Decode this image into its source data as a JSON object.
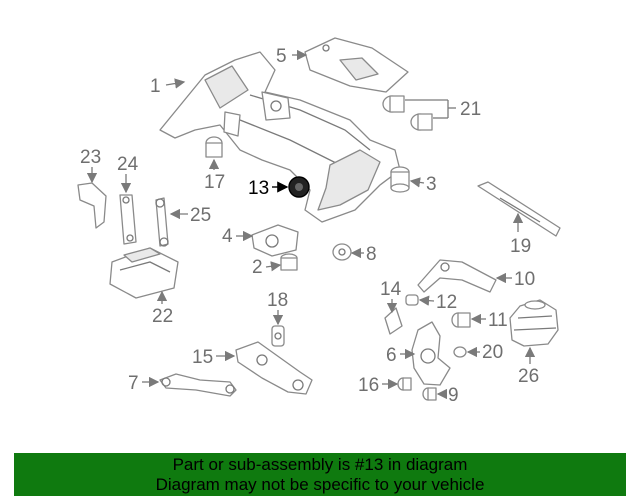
{
  "labels": {
    "p1": "1",
    "p2": "2",
    "p3": "3",
    "p4": "4",
    "p5": "5",
    "p6": "6",
    "p7": "7",
    "p8": "8",
    "p9": "9",
    "p10": "10",
    "p11": "11",
    "p12": "12",
    "p13": "13",
    "p14": "14",
    "p15": "15",
    "p16": "16",
    "p17": "17",
    "p18": "18",
    "p19": "19",
    "p20": "20",
    "p21": "21",
    "p22": "22",
    "p23": "23",
    "p24": "24",
    "p25": "25",
    "p26": "26"
  },
  "highlighted_part": "13",
  "footer": {
    "line1": "Part or sub-assembly is #13 in diagram",
    "line2": "Diagram may not be specific to your vehicle"
  },
  "colors": {
    "footer_bg": "#0f7a0f",
    "highlight": "#000000",
    "line_art": "#8a8a8a"
  }
}
